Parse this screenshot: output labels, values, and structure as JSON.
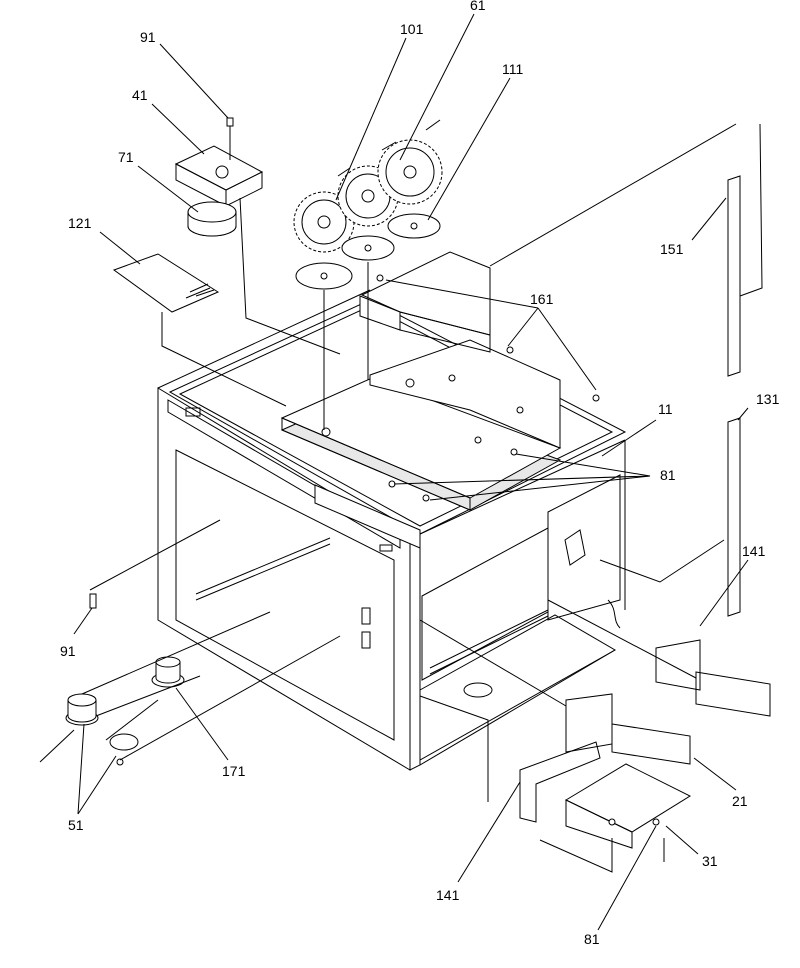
{
  "diagram": {
    "callouts": [
      {
        "id": "c91a",
        "label": "91"
      },
      {
        "id": "c41",
        "label": "41"
      },
      {
        "id": "c71",
        "label": "71"
      },
      {
        "id": "c121",
        "label": "121"
      },
      {
        "id": "c101",
        "label": "101"
      },
      {
        "id": "c61",
        "label": "61"
      },
      {
        "id": "c111",
        "label": "111"
      },
      {
        "id": "c151",
        "label": "151"
      },
      {
        "id": "c161",
        "label": "161"
      },
      {
        "id": "c11",
        "label": "11"
      },
      {
        "id": "c131",
        "label": "131"
      },
      {
        "id": "c81a",
        "label": "81"
      },
      {
        "id": "c141a",
        "label": "141"
      },
      {
        "id": "c91b",
        "label": "91"
      },
      {
        "id": "c171",
        "label": "171"
      },
      {
        "id": "c51",
        "label": "51"
      },
      {
        "id": "c21",
        "label": "21"
      },
      {
        "id": "c31",
        "label": "31"
      },
      {
        "id": "c141b",
        "label": "141"
      },
      {
        "id": "c81b",
        "label": "81"
      }
    ]
  }
}
